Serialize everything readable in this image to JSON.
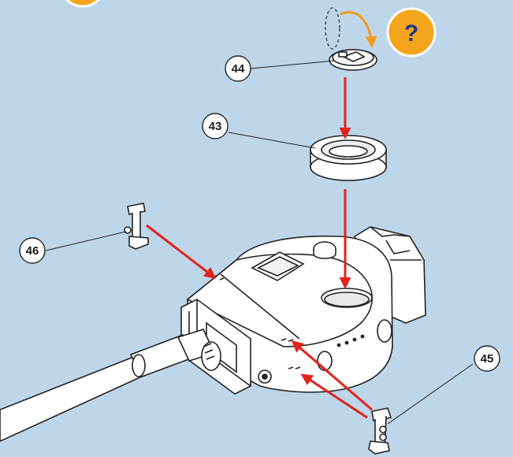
{
  "diagram": {
    "background_color": "#bed6ea",
    "arrow_color": "#e2231a",
    "help_badge_color": "#f4a51c",
    "help_badge": {
      "symbol": "?",
      "icon": "help-question-icon"
    },
    "callouts": [
      {
        "id": "44",
        "label": "44"
      },
      {
        "id": "43",
        "label": "43"
      },
      {
        "id": "46",
        "label": "46"
      },
      {
        "id": "45",
        "label": "45"
      }
    ]
  }
}
